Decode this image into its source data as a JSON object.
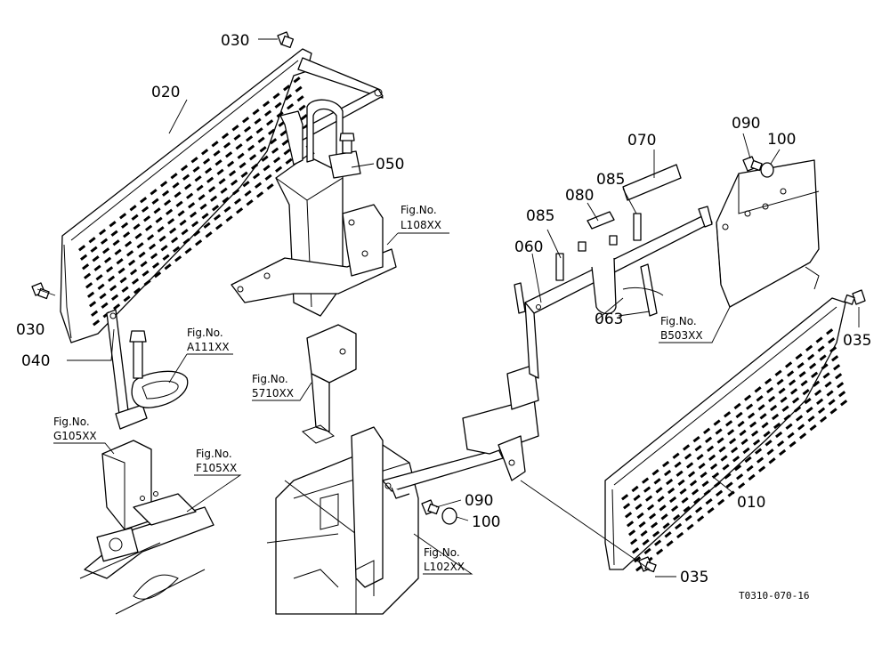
{
  "parts": {
    "p020": "020",
    "p030_top": "030",
    "p030_left": "030",
    "p040": "040",
    "p050": "050",
    "p060": "060",
    "p063": "063",
    "p070": "070",
    "p080": "080",
    "p085_a": "085",
    "p085_b": "085",
    "p090_top": "090",
    "p100_top": "100",
    "p035_right": "035",
    "p010": "010",
    "p090_bottom": "090",
    "p100_bottom": "100",
    "p035_bottom": "035"
  },
  "refs": {
    "a111": {
      "prefix": "Fig.No.",
      "code": "A111XX"
    },
    "g105": {
      "prefix": "Fig.No.",
      "code": "G105XX"
    },
    "f105": {
      "prefix": "Fig.No.",
      "code": "F105XX"
    },
    "l108": {
      "prefix": "Fig.No.",
      "code": "L108XX"
    },
    "s710": {
      "prefix": "Fig.No.",
      "code": "5710XX"
    },
    "b503": {
      "prefix": "Fig.No.",
      "code": "B503XX"
    },
    "l102": {
      "prefix": "Fig.No.",
      "code": "L102XX"
    }
  },
  "drawing_code": "T0310-070-16"
}
